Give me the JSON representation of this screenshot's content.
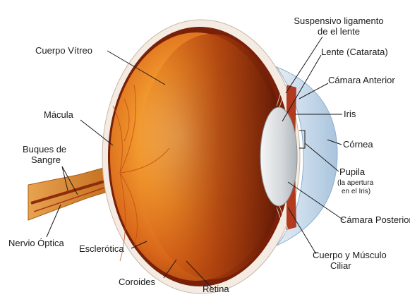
{
  "labels": {
    "suspensivo_1": "Suspensivo ligamento",
    "suspensivo_2": "de el lente",
    "lente": "Lente (Catarata)",
    "camara_anterior": "Cámara Anterior",
    "iris": "Iris",
    "cornea": "Córnea",
    "pupila": "Pupila",
    "pupila_sub_1": "(la apertura",
    "pupila_sub_2": "en el Iris)",
    "camara_posterior": "Cámara Posterior",
    "cuerpo_1": "Cuerpo y Músculo",
    "cuerpo_2": "Ciliar",
    "retina": "Retina",
    "coroides": "Coroides",
    "esclerotica": "Esclerótica",
    "nervio": "Nervio Óptica",
    "buques_1": "Buques de",
    "buques_2": "Sangre",
    "macula": "Mácula",
    "vitreo": "Cuerpo Vítreo"
  },
  "colors": {
    "vitreous_inner": "#f5a23a",
    "vitreous_outer": "#c8560c",
    "retina_dark": "#7a2008",
    "sclera": "#f4ebe2",
    "cornea": "#cfe0ef",
    "lens": "#d9dcdf",
    "iris": "#b23a1e",
    "nerve": "#c9791e"
  }
}
